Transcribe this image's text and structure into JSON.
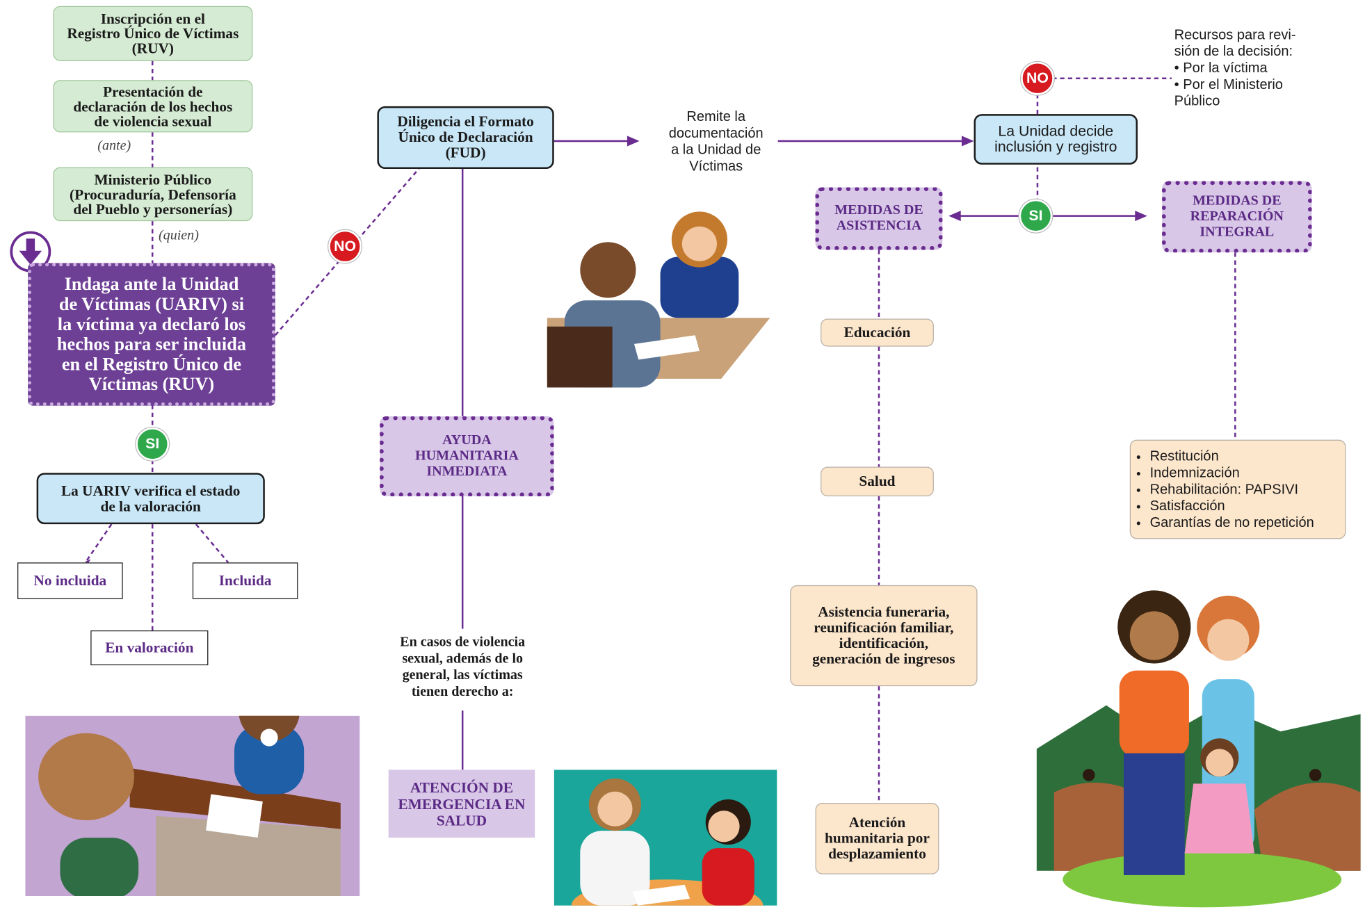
{
  "left": {
    "step1": [
      "Inscripción en el",
      "Registro Único de Víctimas",
      "(RUV)"
    ],
    "step2": [
      "Presentación de",
      "declaración de los hechos",
      "de violencia sexual"
    ],
    "ante": "(ante)",
    "step3": [
      "Ministerio Público",
      "(Procuraduría, Defensoría",
      "del Pueblo y personerías)"
    ],
    "quien": "(quien)",
    "main": [
      "Indaga ante la Unidad",
      "de Víctimas (UARIV) si",
      "la víctima ya declaró los",
      "hechos para ser incluida",
      "en el Registro Único de",
      "Víctimas (RUV)"
    ],
    "si": "SI",
    "no": "NO",
    "verify": [
      "La UARIV verifica el estado",
      "de la valoración"
    ],
    "no_incluida": "No incluida",
    "incluida": "Incluida",
    "en_valoracion": "En valoración"
  },
  "middle": {
    "fud": [
      "Diligencia el Formato",
      "Único de Declaración",
      "(FUD)"
    ],
    "remite": [
      "Remite la",
      "documentación",
      "a la Unidad de",
      "Víctimas"
    ],
    "ayuda": [
      "AYUDA",
      "HUMANITARIA",
      "INMEDIATA"
    ],
    "casos": [
      "En casos de violencia",
      "sexual, además de lo",
      "general, las víctimas",
      "tienen derecho a:"
    ],
    "atencion": [
      "ATENCIÓN DE",
      "EMERGENCIA EN",
      "SALUD"
    ]
  },
  "right": {
    "decide": [
      "La Unidad decide",
      "inclusión y registro"
    ],
    "no": "NO",
    "si": "SI",
    "recursos": [
      "Recursos para revi-",
      "sión de la decisión:",
      "• Por la víctima",
      "• Por el Ministerio",
      "Público"
    ],
    "asistencia": [
      "MEDIDAS DE",
      "ASISTENCIA"
    ],
    "reparacion": [
      "MEDIDAS DE",
      "REPARACIÓN",
      "INTEGRAL"
    ],
    "educacion": "Educación",
    "salud": "Salud",
    "funeraria": [
      "Asistencia funeraria,",
      "reunificación familiar,",
      "identificación,",
      "generación de ingresos"
    ],
    "desplazamiento": [
      "Atención",
      "humanitaria por",
      "desplazamiento"
    ],
    "reparacion_items": [
      "Restitución",
      "Indemnización",
      "Rehabilitación: PAPSIVI",
      "Satisfacción",
      "Garantías de no repetición"
    ]
  },
  "colors": {
    "purple": "#6a2c91",
    "red": "#d71920",
    "green": "#2ea84a",
    "blue_box": "#c9e7f7"
  }
}
